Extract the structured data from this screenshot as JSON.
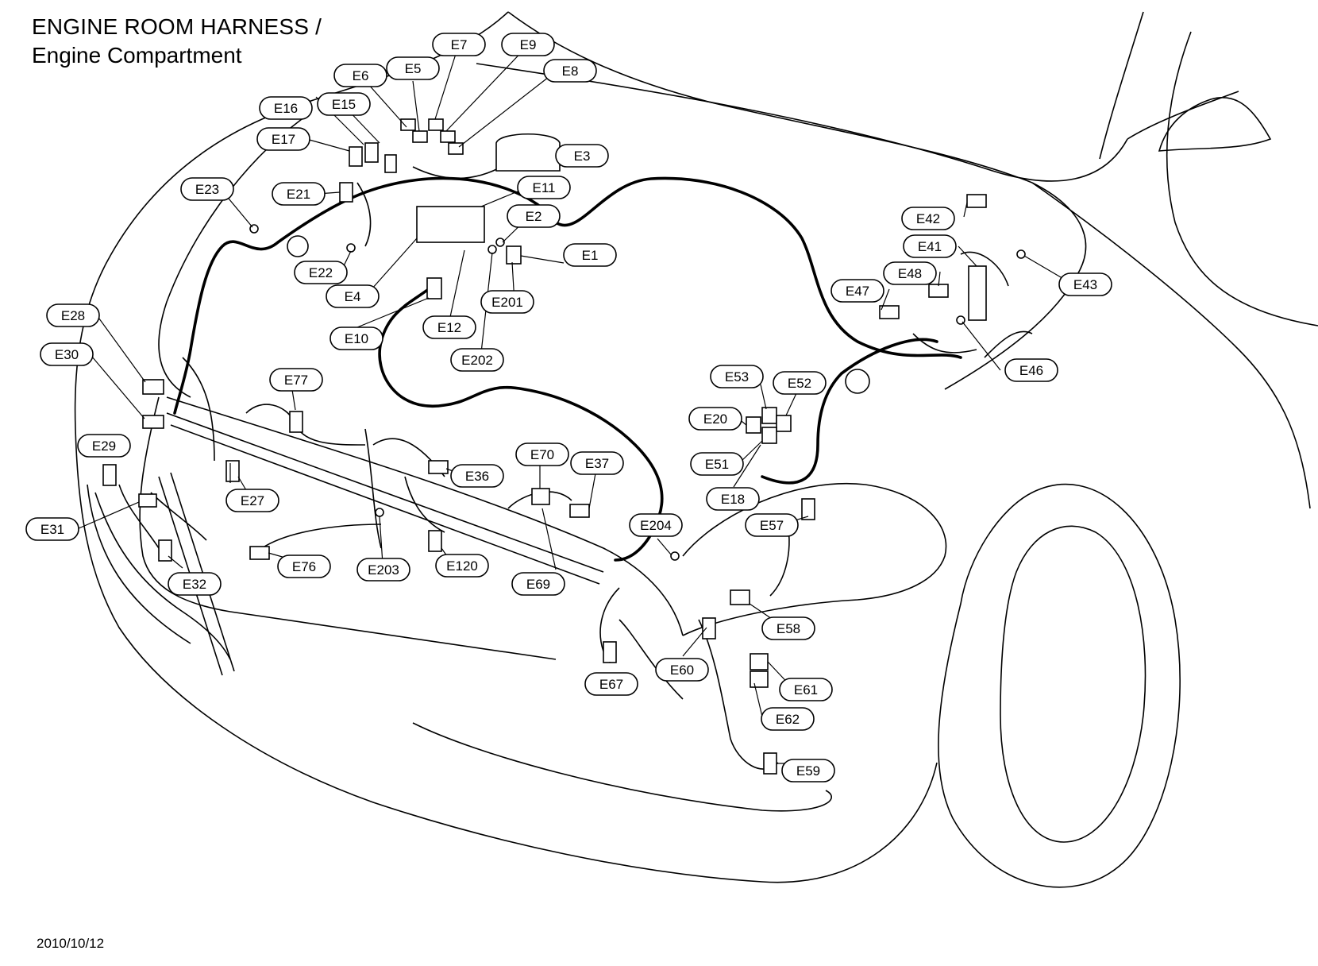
{
  "title": {
    "line1": "ENGINE ROOM HARNESS /",
    "line2": "Engine Compartment"
  },
  "date": "2010/10/12",
  "connectors": [
    "E1",
    "E2",
    "E3",
    "E4",
    "E5",
    "E6",
    "E7",
    "E8",
    "E9",
    "E10",
    "E11",
    "E12",
    "E15",
    "E16",
    "E17",
    "E18",
    "E20",
    "E21",
    "E22",
    "E23",
    "E27",
    "E28",
    "E29",
    "E30",
    "E31",
    "E32",
    "E36",
    "E37",
    "E41",
    "E42",
    "E43",
    "E46",
    "E47",
    "E48",
    "E51",
    "E52",
    "E53",
    "E57",
    "E58",
    "E59",
    "E60",
    "E61",
    "E62",
    "E67",
    "E69",
    "E70",
    "E76",
    "E77",
    "E120",
    "E201",
    "E202",
    "E203",
    "E204"
  ]
}
